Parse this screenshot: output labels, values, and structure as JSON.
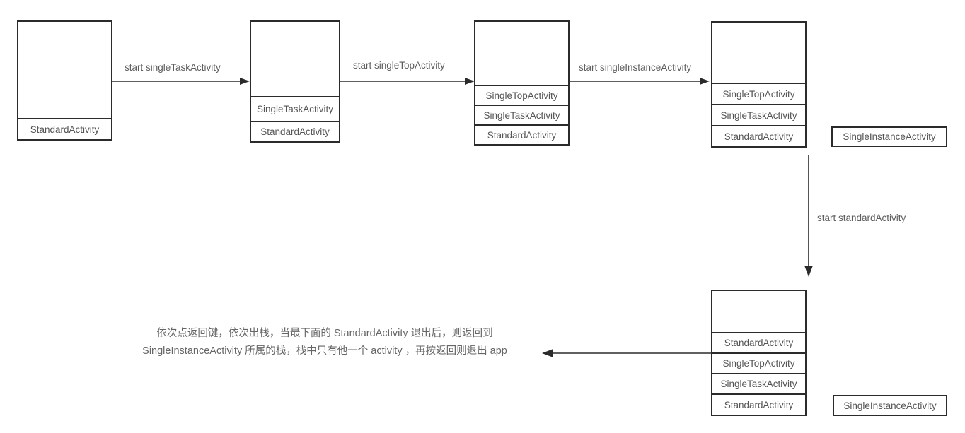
{
  "diagram": {
    "title_text": "",
    "colors": {
      "border": "#2b2b2b",
      "text": "#555555",
      "arrow": "#2b2b2b",
      "background": "#ffffff"
    },
    "stacks": [
      {
        "id": "stack-1",
        "frames": [
          "StandardActivity"
        ]
      },
      {
        "id": "stack-2",
        "frames": [
          "SingleTaskActivity",
          "StandardActivity"
        ]
      },
      {
        "id": "stack-3",
        "frames": [
          "SingleTopActivity",
          "SingleTaskActivity",
          "StandardActivity"
        ]
      },
      {
        "id": "stack-4",
        "frames": [
          "SingleTopActivity",
          "SingleTaskActivity",
          "StandardActivity"
        ]
      },
      {
        "id": "stack-5",
        "frames": [
          "StandardActivity",
          "SingleTopActivity",
          "SingleTaskActivity",
          "StandardActivity"
        ]
      }
    ],
    "single_boxes": [
      {
        "id": "single-instance-top",
        "label": "SingleInstanceActivity"
      },
      {
        "id": "single-instance-bottom",
        "label": "SingleInstanceActivity"
      }
    ],
    "arrows": [
      {
        "id": "arrow-1",
        "label": "start singleTaskActivity",
        "direction": "right"
      },
      {
        "id": "arrow-2",
        "label": "start singleTopActivity",
        "direction": "right"
      },
      {
        "id": "arrow-3",
        "label": "start singleInstanceActivity",
        "direction": "right"
      },
      {
        "id": "arrow-4",
        "label": "start standardActivity",
        "direction": "down"
      },
      {
        "id": "arrow-5",
        "label": "",
        "direction": "left"
      }
    ],
    "caption": "依次点返回键，依次出栈，当最下面的 StandardActivity 退出后，则返回到 SingleInstanceActivity 所属的栈，栈中只有他一个 activity ，再按返回则退出 app"
  }
}
